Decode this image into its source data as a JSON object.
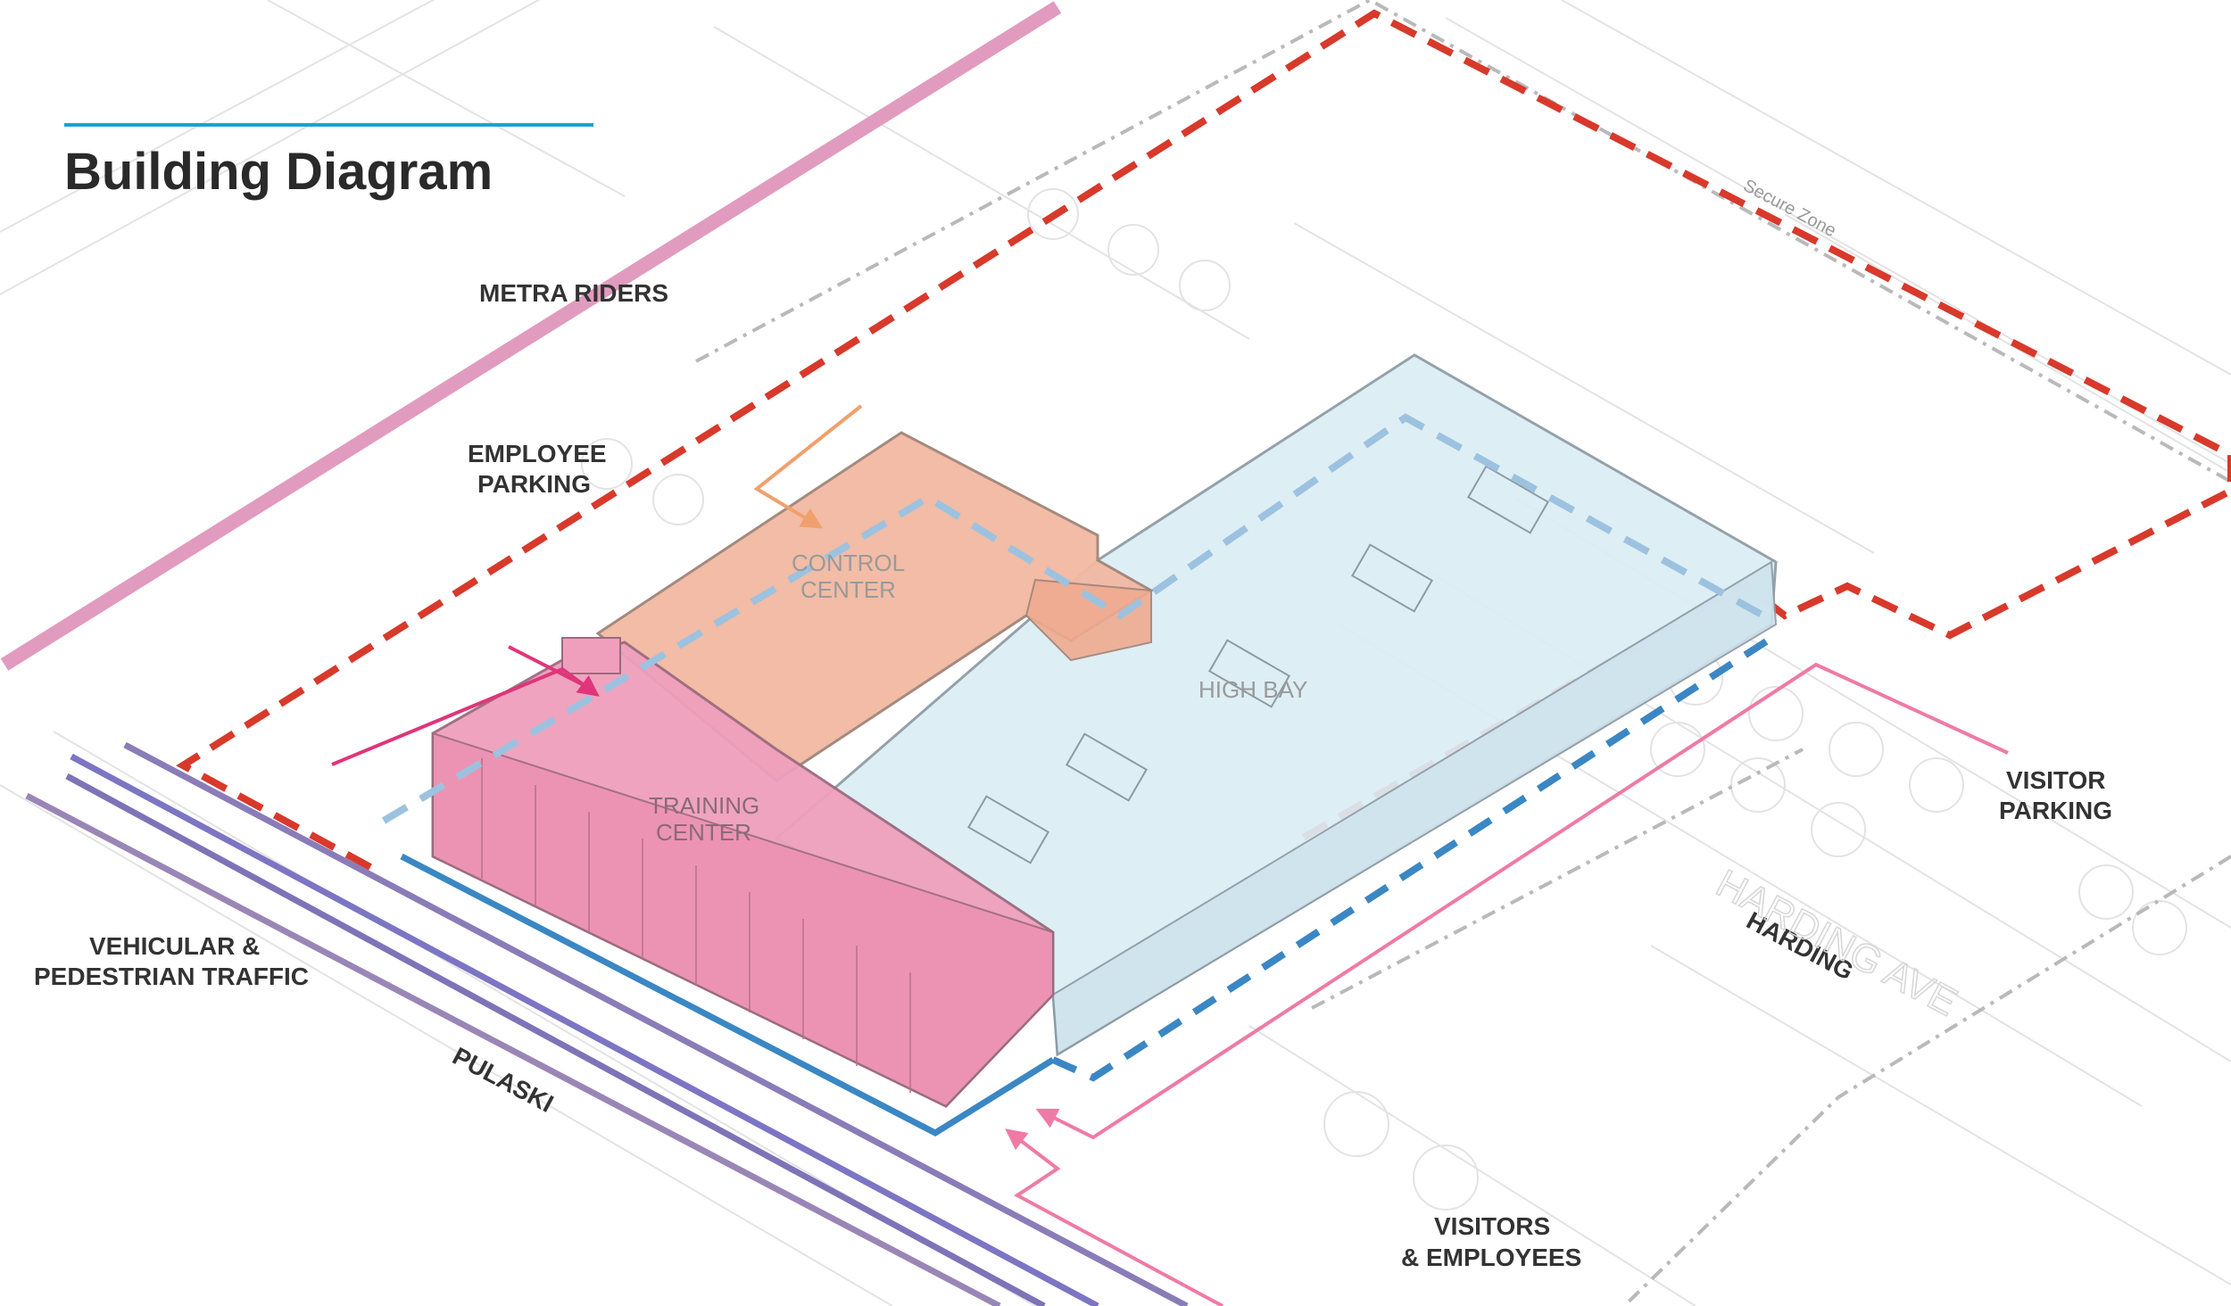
{
  "title": "Building Diagram",
  "labels": {
    "metra_riders": "METRA RIDERS",
    "employee_parking_1": "EMPLOYEE",
    "employee_parking_2": "PARKING",
    "control_center_1": "CONTROL",
    "control_center_2": "CENTER",
    "high_bay": "HIGH BAY",
    "training_center_1": "TRAINING",
    "training_center_2": "CENTER",
    "visitor_parking_1": "VISITOR",
    "visitor_parking_2": "PARKING",
    "vehicular_1": "VEHICULAR &",
    "vehicular_2": "PEDESTRIAN TRAFFIC",
    "pulaski": "PULASKI",
    "harding": "HARDING",
    "harding_ave": "HARDING AVE",
    "visitors_employees_1": "VISITORS",
    "visitors_employees_2": "& EMPLOYEES",
    "secure_zone": "Secure Zone"
  },
  "colors": {
    "accent_rule": "#1ba1d6",
    "title": "#2a2a2a",
    "metra_line": "#e19bbf",
    "secure_boundary": "#d8392b",
    "high_bay_fill": "#dcedf5",
    "control_fill": "#f2b9a2",
    "training_fill": "#ef9fbc",
    "blue_path": "#3a87c4",
    "pink_path": "#e36595",
    "orange_arrow": "#f0a06c",
    "pulaski_lines": "#8a7cb8"
  }
}
